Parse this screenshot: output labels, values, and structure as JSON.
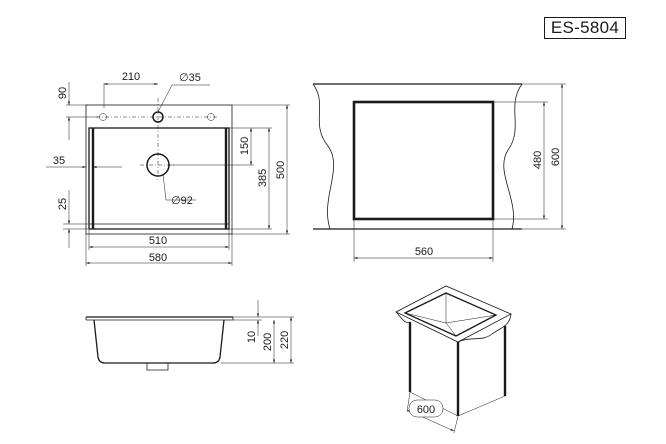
{
  "model": "ES-5804",
  "dims": {
    "top_210": "210",
    "top_hole": "∅35",
    "top_90": "90",
    "top_35": "35",
    "top_25": "25",
    "top_drain": "∅92",
    "top_150": "150",
    "top_385": "385",
    "top_500": "500",
    "top_510": "510",
    "top_580": "580",
    "cut_480": "480",
    "cut_600": "600",
    "cut_560": "560",
    "side_10": "10",
    "side_200": "200",
    "side_220": "220",
    "iso_600": "600"
  }
}
